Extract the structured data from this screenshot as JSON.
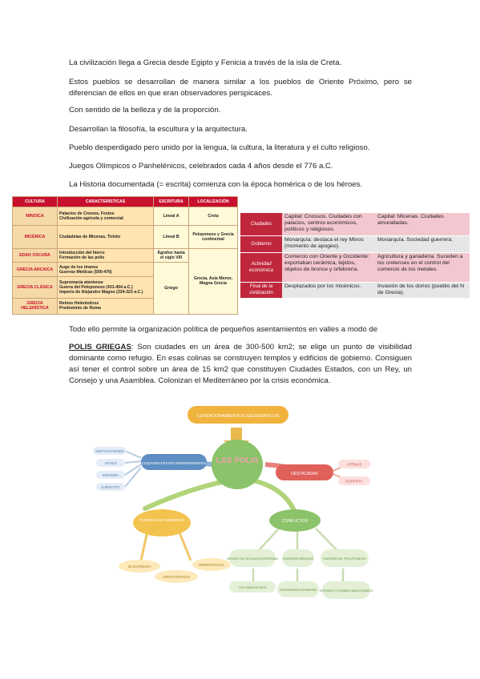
{
  "paragraphs": [
    "La civilización llega a Grecia desde Egipto y Fenicia a través de la isla de Creta.",
    "Estos pueblos se desarrollan de manera similar a los pueblos de Oriente Próximo, pero se diferencian de ellos en que eran observadores perspicaces.",
    "Con sentido de la belleza y de la proporción.",
    "Desarrollan la filosofía, la escultura y la arquitectura.",
    "Pueblo desperdigado pero unido por la lengua, la cultura, la literatura y el culto religioso.",
    "Juegos Olímpicos o Panhelénicos, celebrados cada 4 años desde el 776 a.C.",
    "La Historia documentada (= escrita) comienza con la época homérica o de los héroes."
  ],
  "table1": {
    "headers": [
      "CULTURA",
      "CARACTERÍSTICAS",
      "ESCRITURA",
      "LOCALIZACIÓN"
    ],
    "minoica": {
      "cultura": "MINOICA",
      "car": [
        "Palacios de Cnosos, Festos",
        "Civilización agrícola y comercial"
      ],
      "esc": "Lineal A",
      "loc": "Creta"
    },
    "micenica": {
      "cultura": "MICÉNICA",
      "car": [
        "Ciudadelas de Micenas, Tirinto"
      ],
      "esc": "Lineal B",
      "loc": "Peloponeso y Grecia continental"
    },
    "oscura": {
      "cultura": "EDAD OSCURA",
      "car": [
        "Introducción del hierro",
        "Formación de las polis"
      ],
      "esc": "Ágrafos hasta el siglo VIII"
    },
    "arcaica": {
      "cultura": "GRECIA ARCAICA",
      "car": [
        "Auge de los tiranos",
        "Guerras Médicas (500-476)"
      ]
    },
    "clasica": {
      "cultura": "GRECIA CLÁSICA",
      "car": [
        "Supremacía ateniense",
        "Guerra del Peloponeso (431-404 a.C.)",
        "Imperio de Alejandro Magno (334-323 a.C.)"
      ]
    },
    "helenistica": {
      "cultura": "GRECIA HELENÍSTICA",
      "car": [
        "Reinos Helenísticos",
        "Predominio de Roma"
      ]
    },
    "griego": "Griego",
    "loc_grecia": "Grecia, Asia Menor, Magna Grecia"
  },
  "table2": [
    {
      "h": "Ciudades",
      "a": "Capital: Cnossos. Ciudades con palacios, centros económicos, políticos y religiosos.",
      "b": "Capital: Micenas. Ciudades amuralladas."
    },
    {
      "h": "Gobierno",
      "a": "Monarquía: destaca el rey Minos (momento de apogeo).",
      "b": "Monarquía. Sociedad guerrera."
    },
    {
      "h": "Actividad económica",
      "a": "Comercio con Oriente y Occidente: exportaban cerámica, tejidos, objetos de bronce y orfebrería.",
      "b": "Agricultura y ganadería. Suceden a los cretenses en el control del comercio de los metales."
    },
    {
      "h": "Final de la civilización",
      "a": "Desplazados por los micénicos.",
      "b": "Invasión de los dorios (pueblo del N de Grecia)."
    }
  ],
  "intro2": "Todo ello permite la organización política de pequeños asentamientos en valles a modo de",
  "polis": {
    "title": "POLIS GRIEGAS",
    "text": ": Son ciudades en un área de 300-500 km2; se elige un punto de visibilidad dominante como refugio. En esas colinas se construyen templos y edificios de gobierno. Consiguen así tener el control sobre un área de 15 km2 que constituyen Ciudades Estados, con un Rey, un Consejo y una Asamblea. Colonizan el Mediterráneo por la crisis económica."
  },
  "mindmap": {
    "center": "LAS POLIS",
    "top": "CONDICIONAMIENTOS GEOGRÁFICOS",
    "left": "CIUDADES-ESTADO INDEPENDIENTES",
    "left_items": [
      "INSTITUCIONES",
      "LEYES",
      "MONEDA",
      "EJÉRCITO"
    ],
    "right": "DESTACADAS",
    "right_items": [
      "ATENAS",
      "ESPARTA"
    ],
    "gov": "FORMAS DE GOBIERNO",
    "gov_items": [
      "OLIGARQUÍA",
      "DEMOCRACIA",
      "ARISTOCRACIA"
    ],
    "conf": "CONFLICTOS",
    "conf_items": [
      "REVUELTAS SOCIALES INTERNAS",
      "GUERRAS MÉDICAS",
      "GUERRA DEL PELOPONESO"
    ],
    "conf_sub": [
      "COLONIZACIONES",
      "HEGEMONÍA ATENIENSE",
      "DIVISIÓN Y DOMINIO MACEDÓNICO"
    ]
  }
}
